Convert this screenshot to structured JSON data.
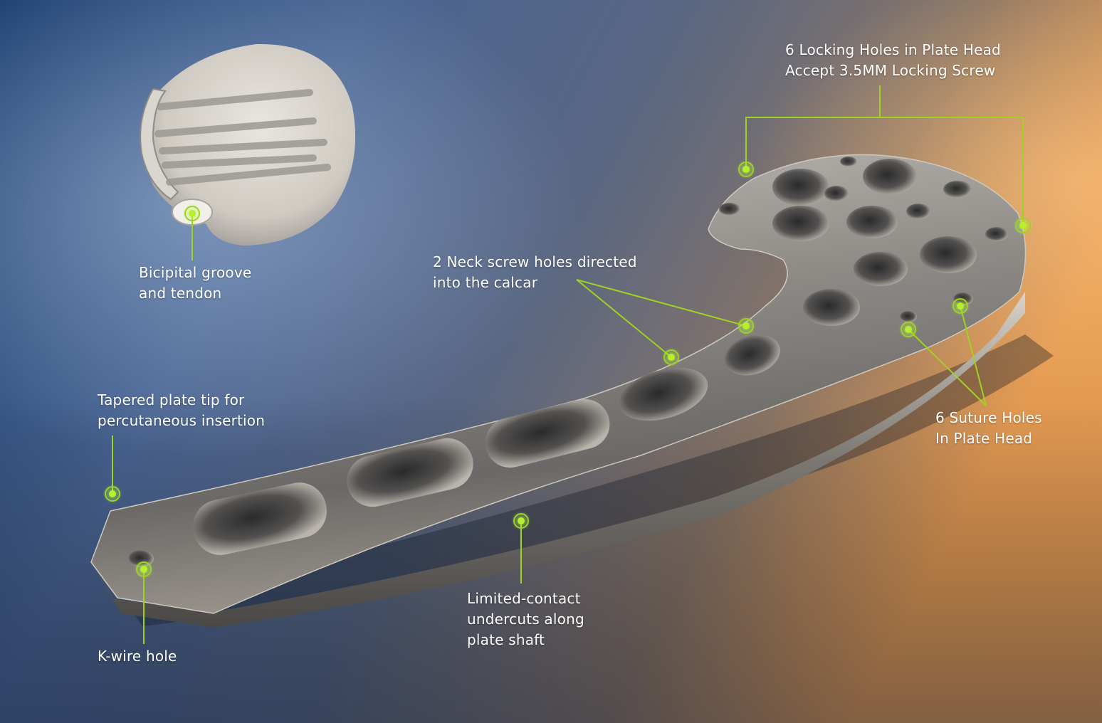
{
  "accent_color": "#9ed321",
  "callouts": {
    "locking_holes": {
      "line1": "6 Locking Holes in Plate Head",
      "line2": "Accept 3.5MM Locking Screw"
    },
    "bicipital": {
      "line1": "Bicipital groove",
      "line2": "and tendon"
    },
    "neck_screws": {
      "line1": "2 Neck screw holes directed",
      "line2": "into the calcar"
    },
    "tapered_tip": {
      "line1": "Tapered plate tip for",
      "line2": "percutaneous insertion"
    },
    "suture_holes": {
      "line1": "6 Suture Holes",
      "line2": "In Plate Head"
    },
    "undercuts": {
      "line1": "Limited-contact",
      "line2": "undercuts along",
      "line3": "plate shaft"
    },
    "kwire": {
      "line1": "K-wire hole"
    }
  }
}
